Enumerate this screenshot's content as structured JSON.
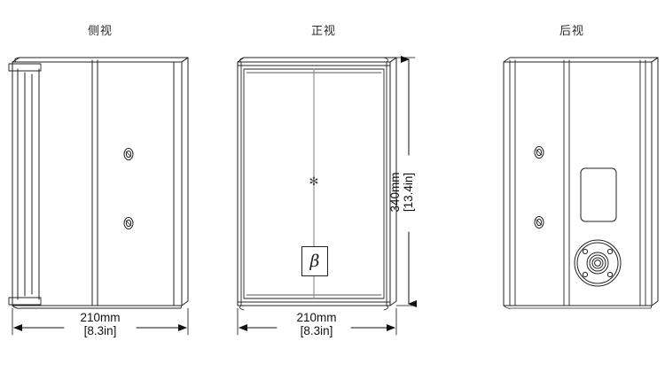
{
  "drawing": {
    "background_color": "#ffffff",
    "line_color": "#222222",
    "views": [
      {
        "id": "side",
        "title": "侧视",
        "title_en_hint": "side-view",
        "width_dim": {
          "mm": "210mm",
          "inch": "[8.3in]"
        }
      },
      {
        "id": "front",
        "title": "正视",
        "title_en_hint": "front-view",
        "width_dim": {
          "mm": "210mm",
          "inch": "[8.3in]"
        },
        "height_dim": {
          "mm": "340mm",
          "inch": "[13.4in]"
        }
      },
      {
        "id": "rear",
        "title": "后视",
        "title_en_hint": "rear-view"
      }
    ],
    "dimensions": {
      "width_mm": "210mm",
      "width_in": "[8.3in]",
      "height_mm": "340mm",
      "height_in": "[13.4in]"
    },
    "features": {
      "logo_badge": "β",
      "center_mark": "✻",
      "rear_plate_label": "",
      "connector_label": ""
    }
  }
}
